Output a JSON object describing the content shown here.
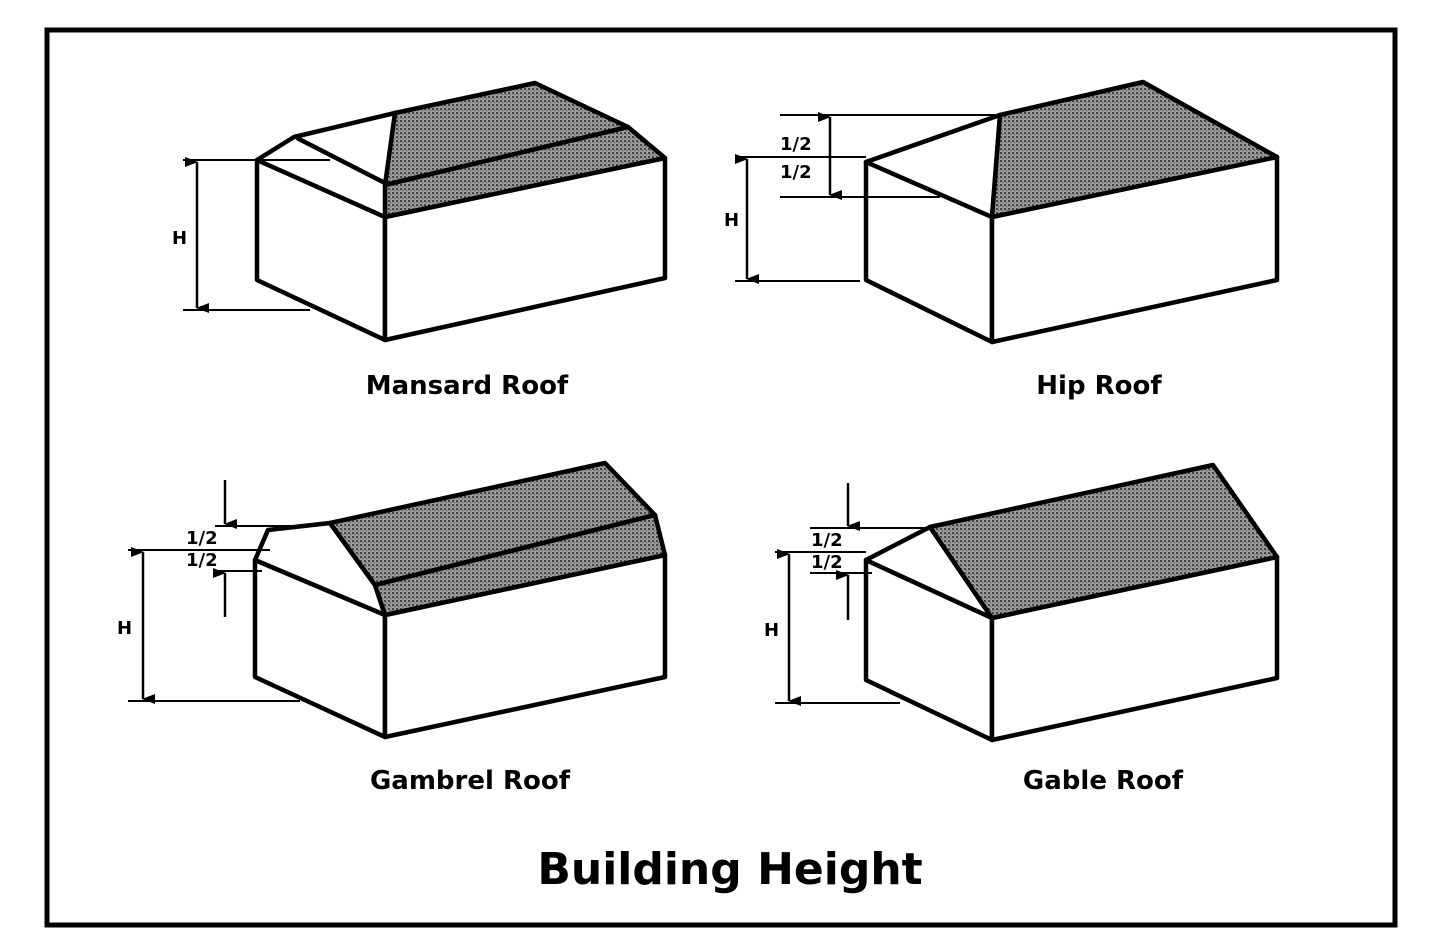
{
  "title": "Building Height",
  "diagrams": [
    {
      "name": "Mansard Roof",
      "labels": [
        "H"
      ]
    },
    {
      "name": "Hip Roof",
      "labels": [
        "1/2",
        "1/2",
        "H"
      ]
    },
    {
      "name": "Gambrel Roof",
      "labels": [
        "1/2",
        "1/2",
        "H"
      ]
    },
    {
      "name": "Gable Roof",
      "labels": [
        "1/2",
        "1/2",
        "H"
      ]
    }
  ],
  "colors": {
    "line": "#000000",
    "roof_shade": "#7a7a7a",
    "background": "#ffffff"
  }
}
